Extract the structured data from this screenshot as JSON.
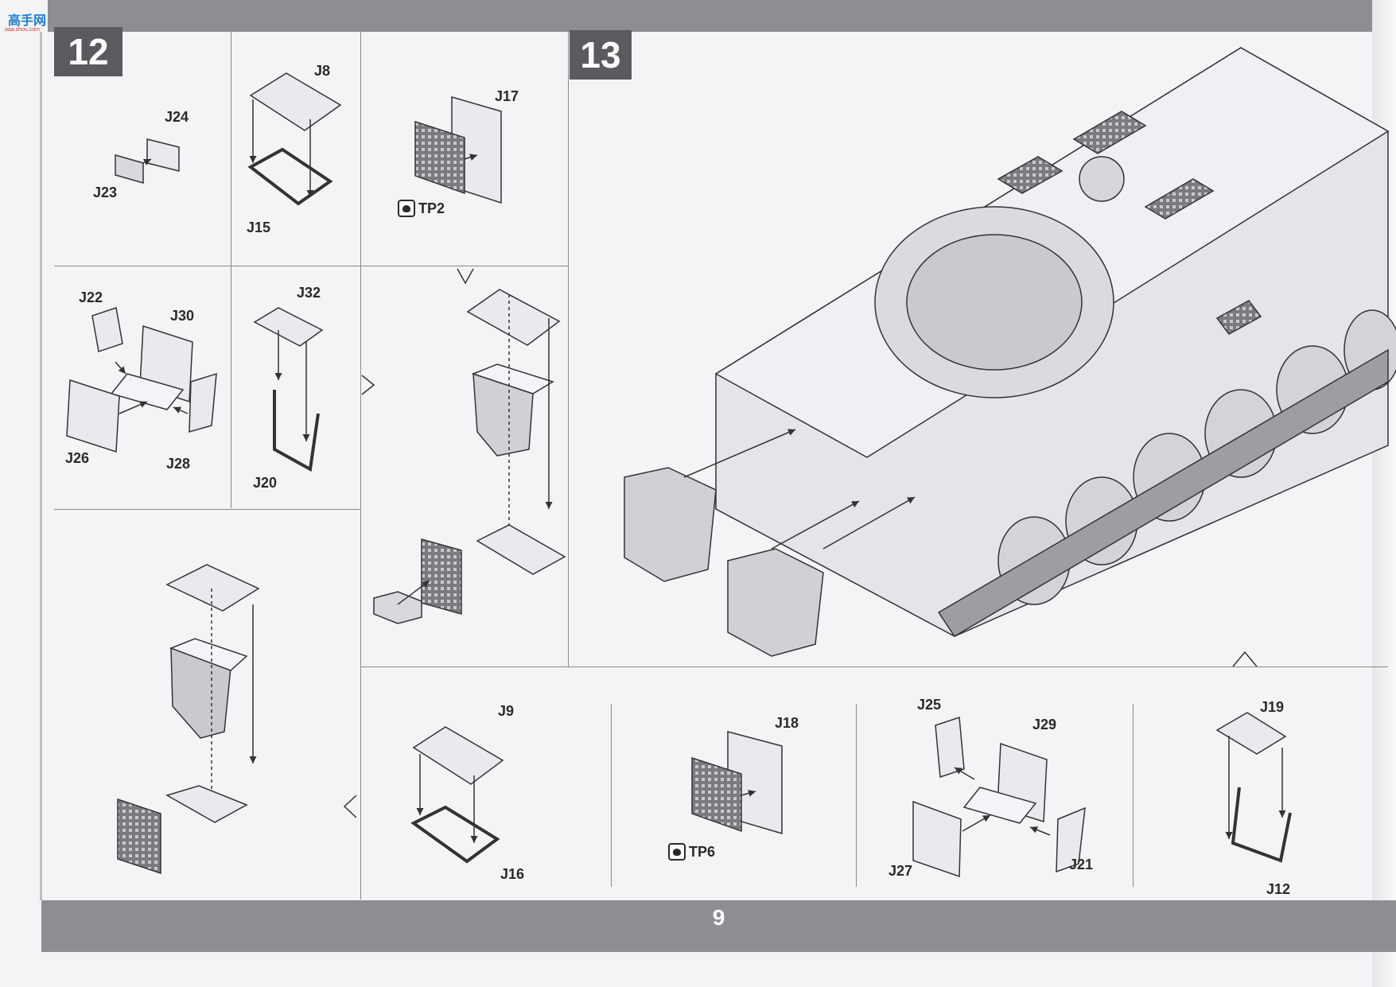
{
  "watermark": {
    "text": "高手网",
    "url": "aaa.shou.com"
  },
  "page_number": "9",
  "steps": {
    "step12": "12",
    "step13": "13"
  },
  "labels": {
    "j24": "J24",
    "j23": "J23",
    "j8": "J8",
    "j15": "J15",
    "j17": "J17",
    "tp2": "TP2",
    "j22": "J22",
    "j30": "J30",
    "j26": "J26",
    "j28": "J28",
    "j32": "J32",
    "j20": "J20",
    "j9": "J9",
    "j16": "J16",
    "j18": "J18",
    "tp6": "TP6",
    "j25": "J25",
    "j29": "J29",
    "j27": "J27",
    "j21": "J21",
    "j19": "J19",
    "j12": "J12"
  },
  "icons": {
    "paint_mark": "paint-mark-icon"
  }
}
